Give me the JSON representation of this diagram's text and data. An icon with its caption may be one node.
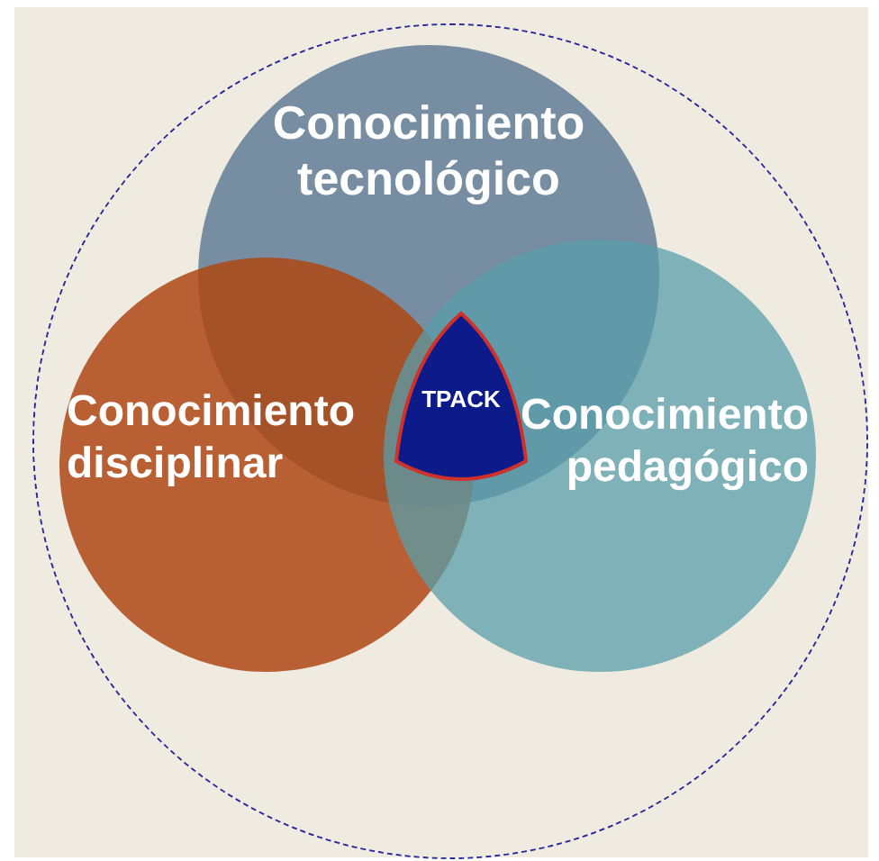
{
  "diagram": {
    "nodes": [
      {
        "text": [],
        "shape": "circle"
      },
      {
        "text": [
          "Conocimiento tecnológico"
        ],
        "in": 0
      },
      {
        "text": [
          "Conocimiento disciplinar"
        ],
        "in": 0
      },
      {
        "text": [
          "Conocimiento pedagógico"
        ],
        "in": 0
      },
      {
        "text": [
          "TPACK"
        ]
      }
    ],
    "edges": []
  }
}
